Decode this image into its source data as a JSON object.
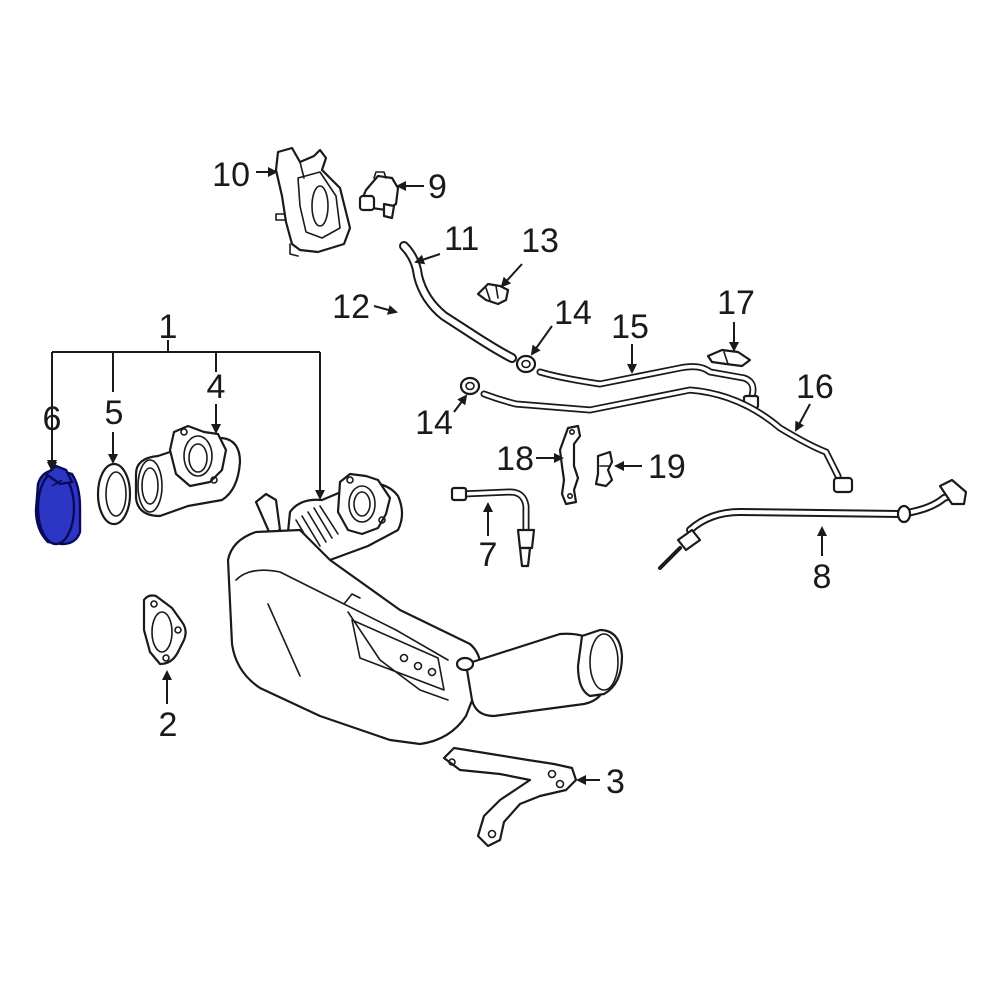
{
  "colors": {
    "line": "#1a1a1a",
    "highlight_fill": "#2d36c4",
    "highlight_stroke": "#0a0a5a",
    "background": "#ffffff"
  },
  "highlighted_part": "6",
  "callouts": {
    "c1": "1",
    "c2": "2",
    "c3": "3",
    "c4": "4",
    "c5": "5",
    "c6": "6",
    "c7": "7",
    "c8": "8",
    "c9": "9",
    "c10": "10",
    "c11": "11",
    "c12": "12",
    "c13": "13",
    "c14a": "14",
    "c14b": "14",
    "c15": "15",
    "c16": "16",
    "c17": "17",
    "c18": "18",
    "c19": "19"
  }
}
